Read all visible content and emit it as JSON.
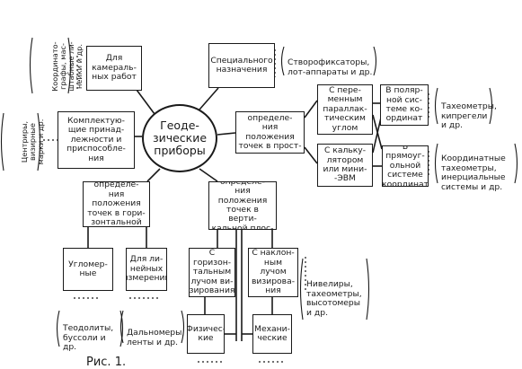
{
  "center": {
    "label": "Геоде-\nзические\nприборы"
  },
  "boxes": {
    "cameral": "Для камераль-\nных работ",
    "special": "Специального\nназначения",
    "accessories": "Комплектую-\nщие принад-\nлежности и\nприспособле-\nния",
    "space_positioning": "Для определе-\nния положения\nточек в прост-\nранстве",
    "horizontal_plane": "Для определе-\nния положения\nточек в гори-\nзонтальной\nплоскости",
    "vertical_plane": "Для определе-\nния положения\nточек в верти-\nкальной плос-\nкости",
    "parallactic": "С пере-\nменным\nпараллак-\nтическим\nуглом",
    "calculator": "С кальку-\nлятором\nили мини-\n-ЭВМ",
    "polar": "В поляр-\nной сис-\nтеме ко-\nординат",
    "rectangular": "В прямоуг-\nольной\nсистеме\nкоординат",
    "angular": "Угломер-\nные",
    "linear": "Для ли-\nнейных\nизмерений",
    "horizontal_beam": "С горизон-\nтальным\nлучом ви-\nзирования",
    "inclined_beam": "С наклон-\nным лучом\nвизирова-\nния",
    "physical": "Физичес-\nкие",
    "mechanical": "Механи-\nческие"
  },
  "notes": {
    "coordinatographs": "Координато-\nграфы, мас-\nштабные ли-\nнейки и др.",
    "centering": "Центриры,\nвизирные\nмарки и др.",
    "alignment": "Створофиксаторы,\nлот-аппараты и др.",
    "tacheometers": "Тахеометры,\nкипрегели\nи др.",
    "coord_tacheometers": "Координатные\nтахеометры,\nинерциальные\nсистемы и др.",
    "levels": "Нивелиры,\nтахеометры,\nвысотомеры\nи др.",
    "theodolites": "Теодолиты,\nбуссоли и\nдр.",
    "rangefinders": "Дальномеры,\nленты и др."
  },
  "caption": "Рис. 1."
}
